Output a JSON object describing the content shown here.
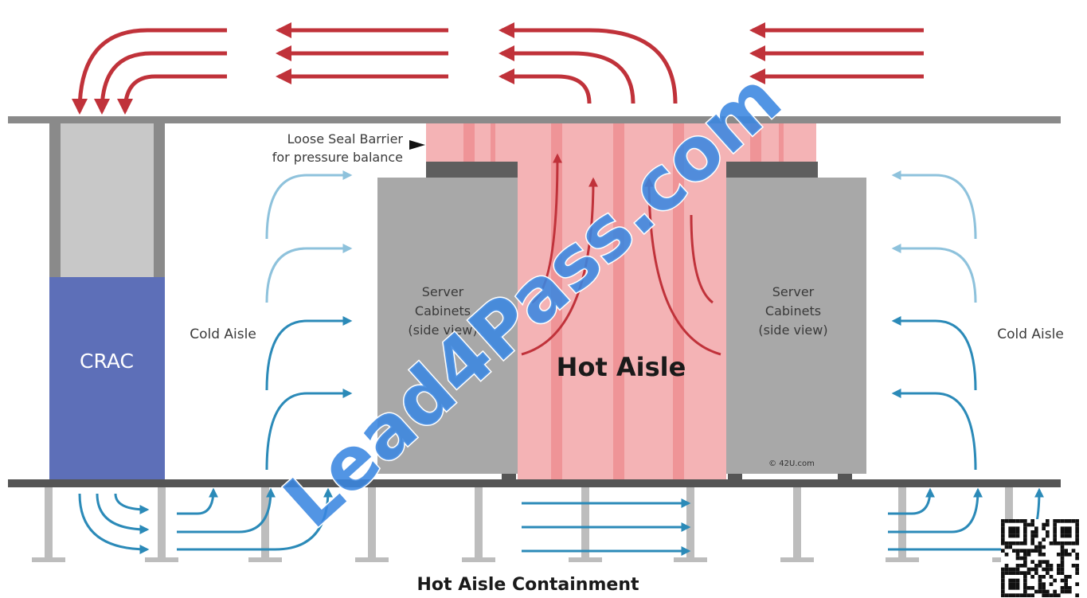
{
  "labels": {
    "loose_seal_line1": "Loose Seal Barrier",
    "loose_seal_line2": "for pressure balance",
    "crac": "CRAC",
    "cold_aisle_left": "Cold Aisle",
    "cold_aisle_right": "Cold Aisle",
    "server_left": [
      "Server",
      "Cabinets",
      "(side view)"
    ],
    "server_right": [
      "Server",
      "Cabinets",
      "(side view)"
    ],
    "hot_aisle": "Hot Aisle",
    "copyright": "© 42U.com",
    "caption": "Hot Aisle Containment",
    "watermark": "Lead4Pass.com"
  },
  "colors": {
    "hot_air": "#c0323a",
    "cold_air": "#2b8ab8",
    "cold_air_light": "#8ec2dc",
    "crac": "#5d6fb8",
    "cabinet": "#a8a8a8",
    "hot_aisle_fill": "#f4b3b5",
    "structure": "#8a8a8a",
    "floor": "#555555",
    "watermark": "#3a86e0"
  },
  "icons": {
    "qr": "qr-code-icon",
    "pointer": "pointer-arrow-icon"
  }
}
